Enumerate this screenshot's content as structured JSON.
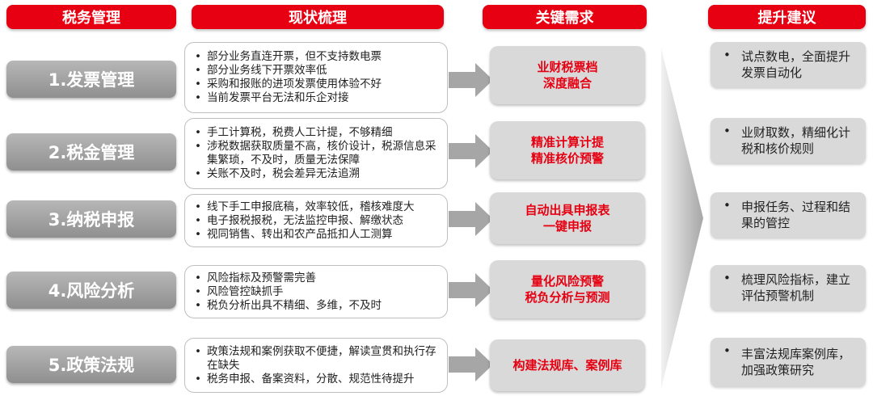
{
  "headers": {
    "category": "税务管理",
    "current": "现状梳理",
    "requirement": "关键需求",
    "suggestion": "提升建议"
  },
  "rows": [
    {
      "category": "1.发票管理",
      "current": [
        "部分业务直连开票，但不支持数电票",
        "部分业务线下开票效率低",
        "采购和报账的进项发票使用体验不好",
        "当前发票平台无法和乐企对接"
      ],
      "requirement": [
        "业财税票档",
        "深度融合"
      ],
      "suggestion": "试点数电，全面提升发票自动化"
    },
    {
      "category": "2.税金管理",
      "current": [
        "手工计算税，税费人工计提，不够精细",
        "涉税数据获取质量不高，核价设计，税源信息采集繁琐，不及时，质量无法保障",
        "关账不及时，税会差异无法追溯"
      ],
      "requirement": [
        "精准计算计提",
        "精准核价预警"
      ],
      "suggestion": "业财取数，精细化计税和核价规则"
    },
    {
      "category": "3.纳税申报",
      "current": [
        "线下手工申报底稿，效率较低，稽核难度大",
        "电子报税报税，无法监控申报、解缴状态",
        "视同销售、转出和农产品抵扣人工测算"
      ],
      "requirement": [
        "自动出具申报表",
        "一键申报"
      ],
      "suggestion": "申报任务、过程和结果的管控"
    },
    {
      "category": "4.风险分析",
      "current": [
        "风险指标及预警需完善",
        "风险管控缺抓手",
        "税负分析出具不精细、多维，不及时"
      ],
      "requirement": [
        "量化风险预警",
        "税负分析与预测"
      ],
      "suggestion": "梳理风险指标，建立评估预警机制"
    },
    {
      "category": "5.政策法规",
      "current": [
        "政策法规和案例获取不便捷，解读宣贯和执行存在缺失",
        "税务申报、备案资料，分散、规范性待提升"
      ],
      "requirement": [
        "构建法规库、案例库"
      ],
      "suggestion": "丰富法规库案例库，加强政策研究"
    }
  ],
  "colors": {
    "accent": "#e60012",
    "category_gray": "#a6a6a6",
    "panel_gray": "#d9d9d9"
  }
}
